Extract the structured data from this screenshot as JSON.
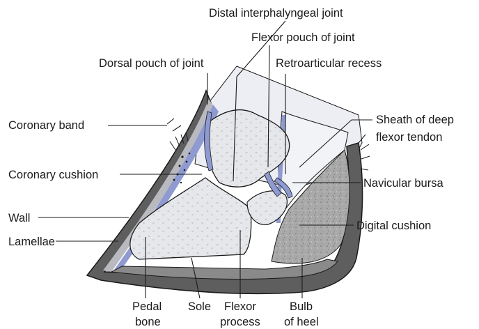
{
  "labels": {
    "distal_interphalangeal_joint": "Distal interphalyngeal joint",
    "flexor_pouch_of_joint": "Flexor pouch of joint",
    "dorsal_pouch_of_joint": "Dorsal pouch of joint",
    "retroarticular_recess": "Retroarticular recess",
    "coronary_band": "Coronary band",
    "sheath_line1": "Sheath of deep",
    "sheath_line2": "flexor tendon",
    "coronary_cushion": "Coronary cushion",
    "navicular_bursa": "Navicular bursa",
    "wall": "Wall",
    "digital_cushion": "Digital cushion",
    "lamellae": "Lamellae",
    "pedal_line1": "Pedal",
    "pedal_line2": "bone",
    "sole": "Sole",
    "flexor_process_line1": "Flexor",
    "flexor_process_line2": "process",
    "bulb_line1": "Bulb",
    "bulb_line2": "of heel"
  },
  "colors": {
    "hoof_dark": "#5a5a5a",
    "hoof_mid": "#9a9a9a",
    "bone": "#e6e7ea",
    "synovial_blue": "#8e9ad0",
    "cushion": "#b0b0b0",
    "outline": "#1a1a1a"
  }
}
